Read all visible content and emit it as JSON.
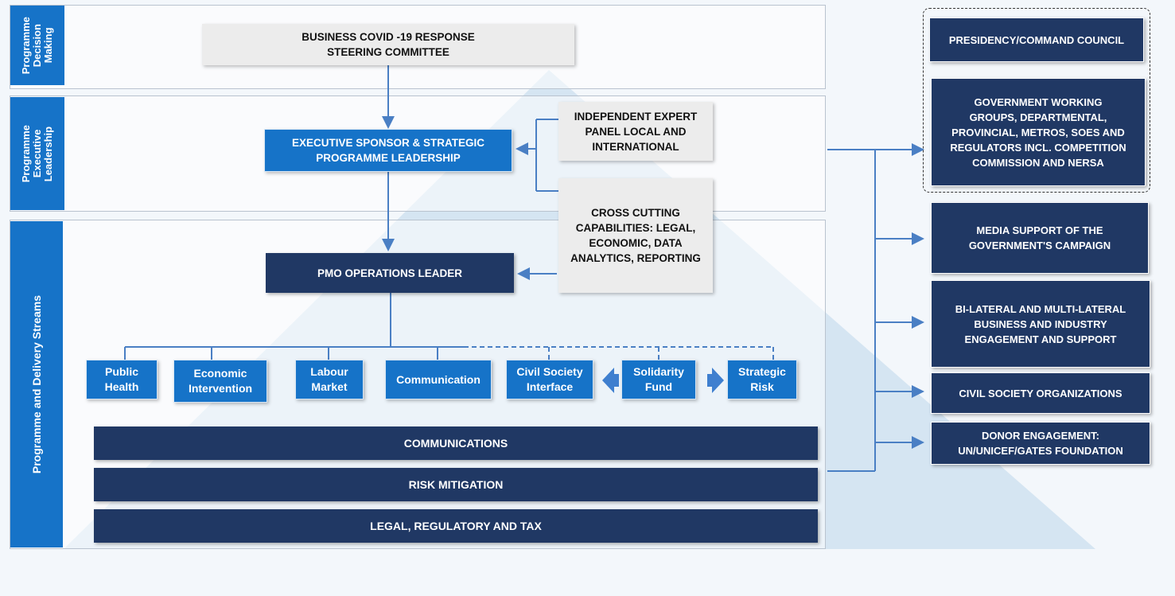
{
  "sections": {
    "decision": "Programme\nDecision\nMaking",
    "executive": "Programme\nExecutive\nLeadership",
    "delivery": "Programme and Delivery Streams"
  },
  "boxes": {
    "steering": "BUSINESS  COVID -19 RESPONSE\nSTEERING COMMITTEE",
    "executive_sponsor": "EXECUTIVE SPONSOR & STRATEGIC\nPROGRAMME LEADERSHIP",
    "expert_panel": "INDEPENDENT EXPERT\nPANEL LOCAL AND\nINTERNATIONAL",
    "cross_cutting": "CROSS CUTTING\nCAPABILITIES: LEGAL,\nECONOMIC, DATA\nANALYTICS, REPORTING",
    "pmo": "PMO OPERATIONS LEADER"
  },
  "streams": [
    "Public\nHealth",
    "Economic\nIntervention",
    "Labour\nMarket",
    "Communication",
    "Civil Society\nInterface",
    "Solidarity\nFund",
    "Strategic\nRisk"
  ],
  "bars": [
    "COMMUNICATIONS",
    "RISK MITIGATION",
    "LEGAL, REGULATORY AND TAX"
  ],
  "right_boxes": [
    "PRESIDENCY/COMMAND COUNCIL",
    "GOVERNMENT  WORKING\nGROUPS, DEPARTMENTAL,\nPROVINCIAL, METROS, SOES AND\nREGULATORS INCL. COMPETITION\nCOMMISSION AND NERSA",
    "MEDIA SUPPORT OF THE\nGOVERNMENT'S CAMPAIGN",
    "BI-LATERAL AND MULTI-LATERAL\nBUSINESS AND  INDUSTRY\nENGAGEMENT AND SUPPORT",
    "CIVIL SOCIETY ORGANIZATIONS",
    "DONOR ENGAGEMENT:\nUN/UNICEF/GATES FOUNDATION"
  ],
  "colors": {
    "blue": "#1673c8",
    "navy": "#203864",
    "grey": "#ececec",
    "connector": "#4a7fc4"
  }
}
